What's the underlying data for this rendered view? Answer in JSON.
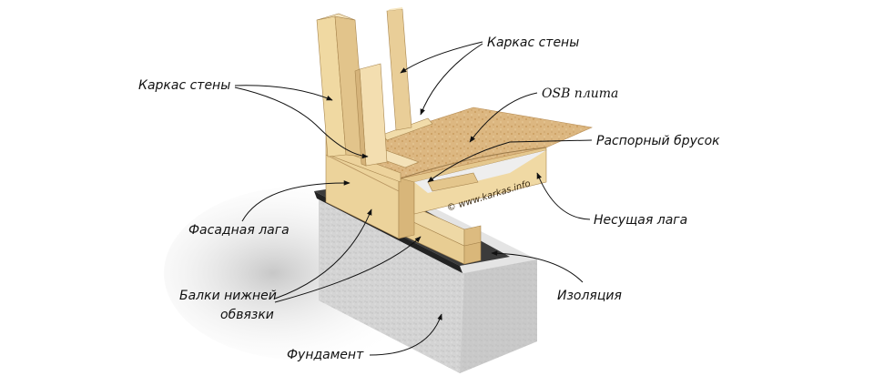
{
  "title": "Каркасный дом: узел нижней обвязки",
  "labels": {
    "wall_frame_left": "Каркас стены",
    "wall_frame_right": "Каркас стены",
    "osb": "OSB плита",
    "spacer_beam": "Распорный брусок",
    "bearing_joist": "Несущая лага",
    "facade_joist": "Фасадная лага",
    "sill_beams_line1": "Балки нижней",
    "sill_beams_line2": "обвязки",
    "insulation": "Изоляция",
    "foundation": "Фундамент"
  },
  "watermark": "© www.karkas.info",
  "colors": {
    "wood_light": "#f1dcaa",
    "wood_mid": "#e2c58a",
    "wood_dark": "#c9a669",
    "osb": "#d9b57c",
    "concrete": "#d2d2d2",
    "concrete_dark": "#b9b9b9",
    "insulation": "#3a3a3a",
    "arrow": "#111111"
  }
}
